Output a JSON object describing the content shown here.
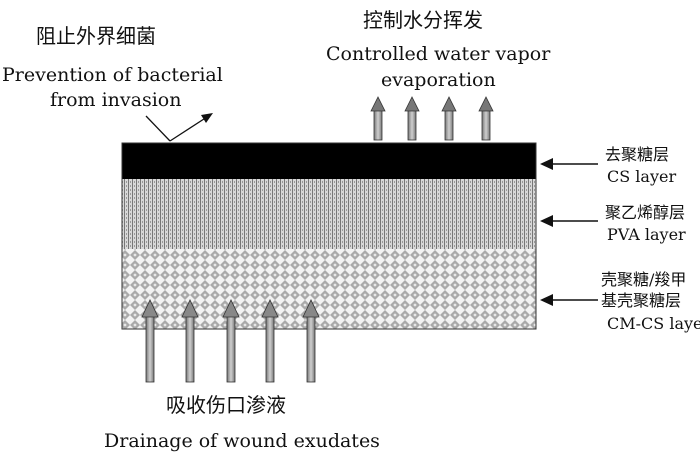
{
  "top_left": {
    "zh": "阻止外界细菌",
    "en_line1": "Prevention of bacterial",
    "en_line2": "from invasion"
  },
  "top_right": {
    "zh": "控制水分挥发",
    "en_line1": "Controlled water vapor",
    "en_line2": "evaporation"
  },
  "layers": [
    {
      "zh_line1": "去聚糖层",
      "zh_line2": "",
      "en": "CS layer",
      "color": "#000000"
    },
    {
      "zh_line1": "聚乙烯醇层",
      "zh_line2": "",
      "en": "PVA layer",
      "color": "#8a8a8a"
    },
    {
      "zh_line1": "壳聚糖/羧甲",
      "zh_line2": "基壳聚糖层",
      "en": "CM-CS layer",
      "color": "#b8b8b8"
    }
  ],
  "bottom": {
    "zh": "吸收伤口渗液",
    "en": "Drainage of wound exudates"
  }
}
